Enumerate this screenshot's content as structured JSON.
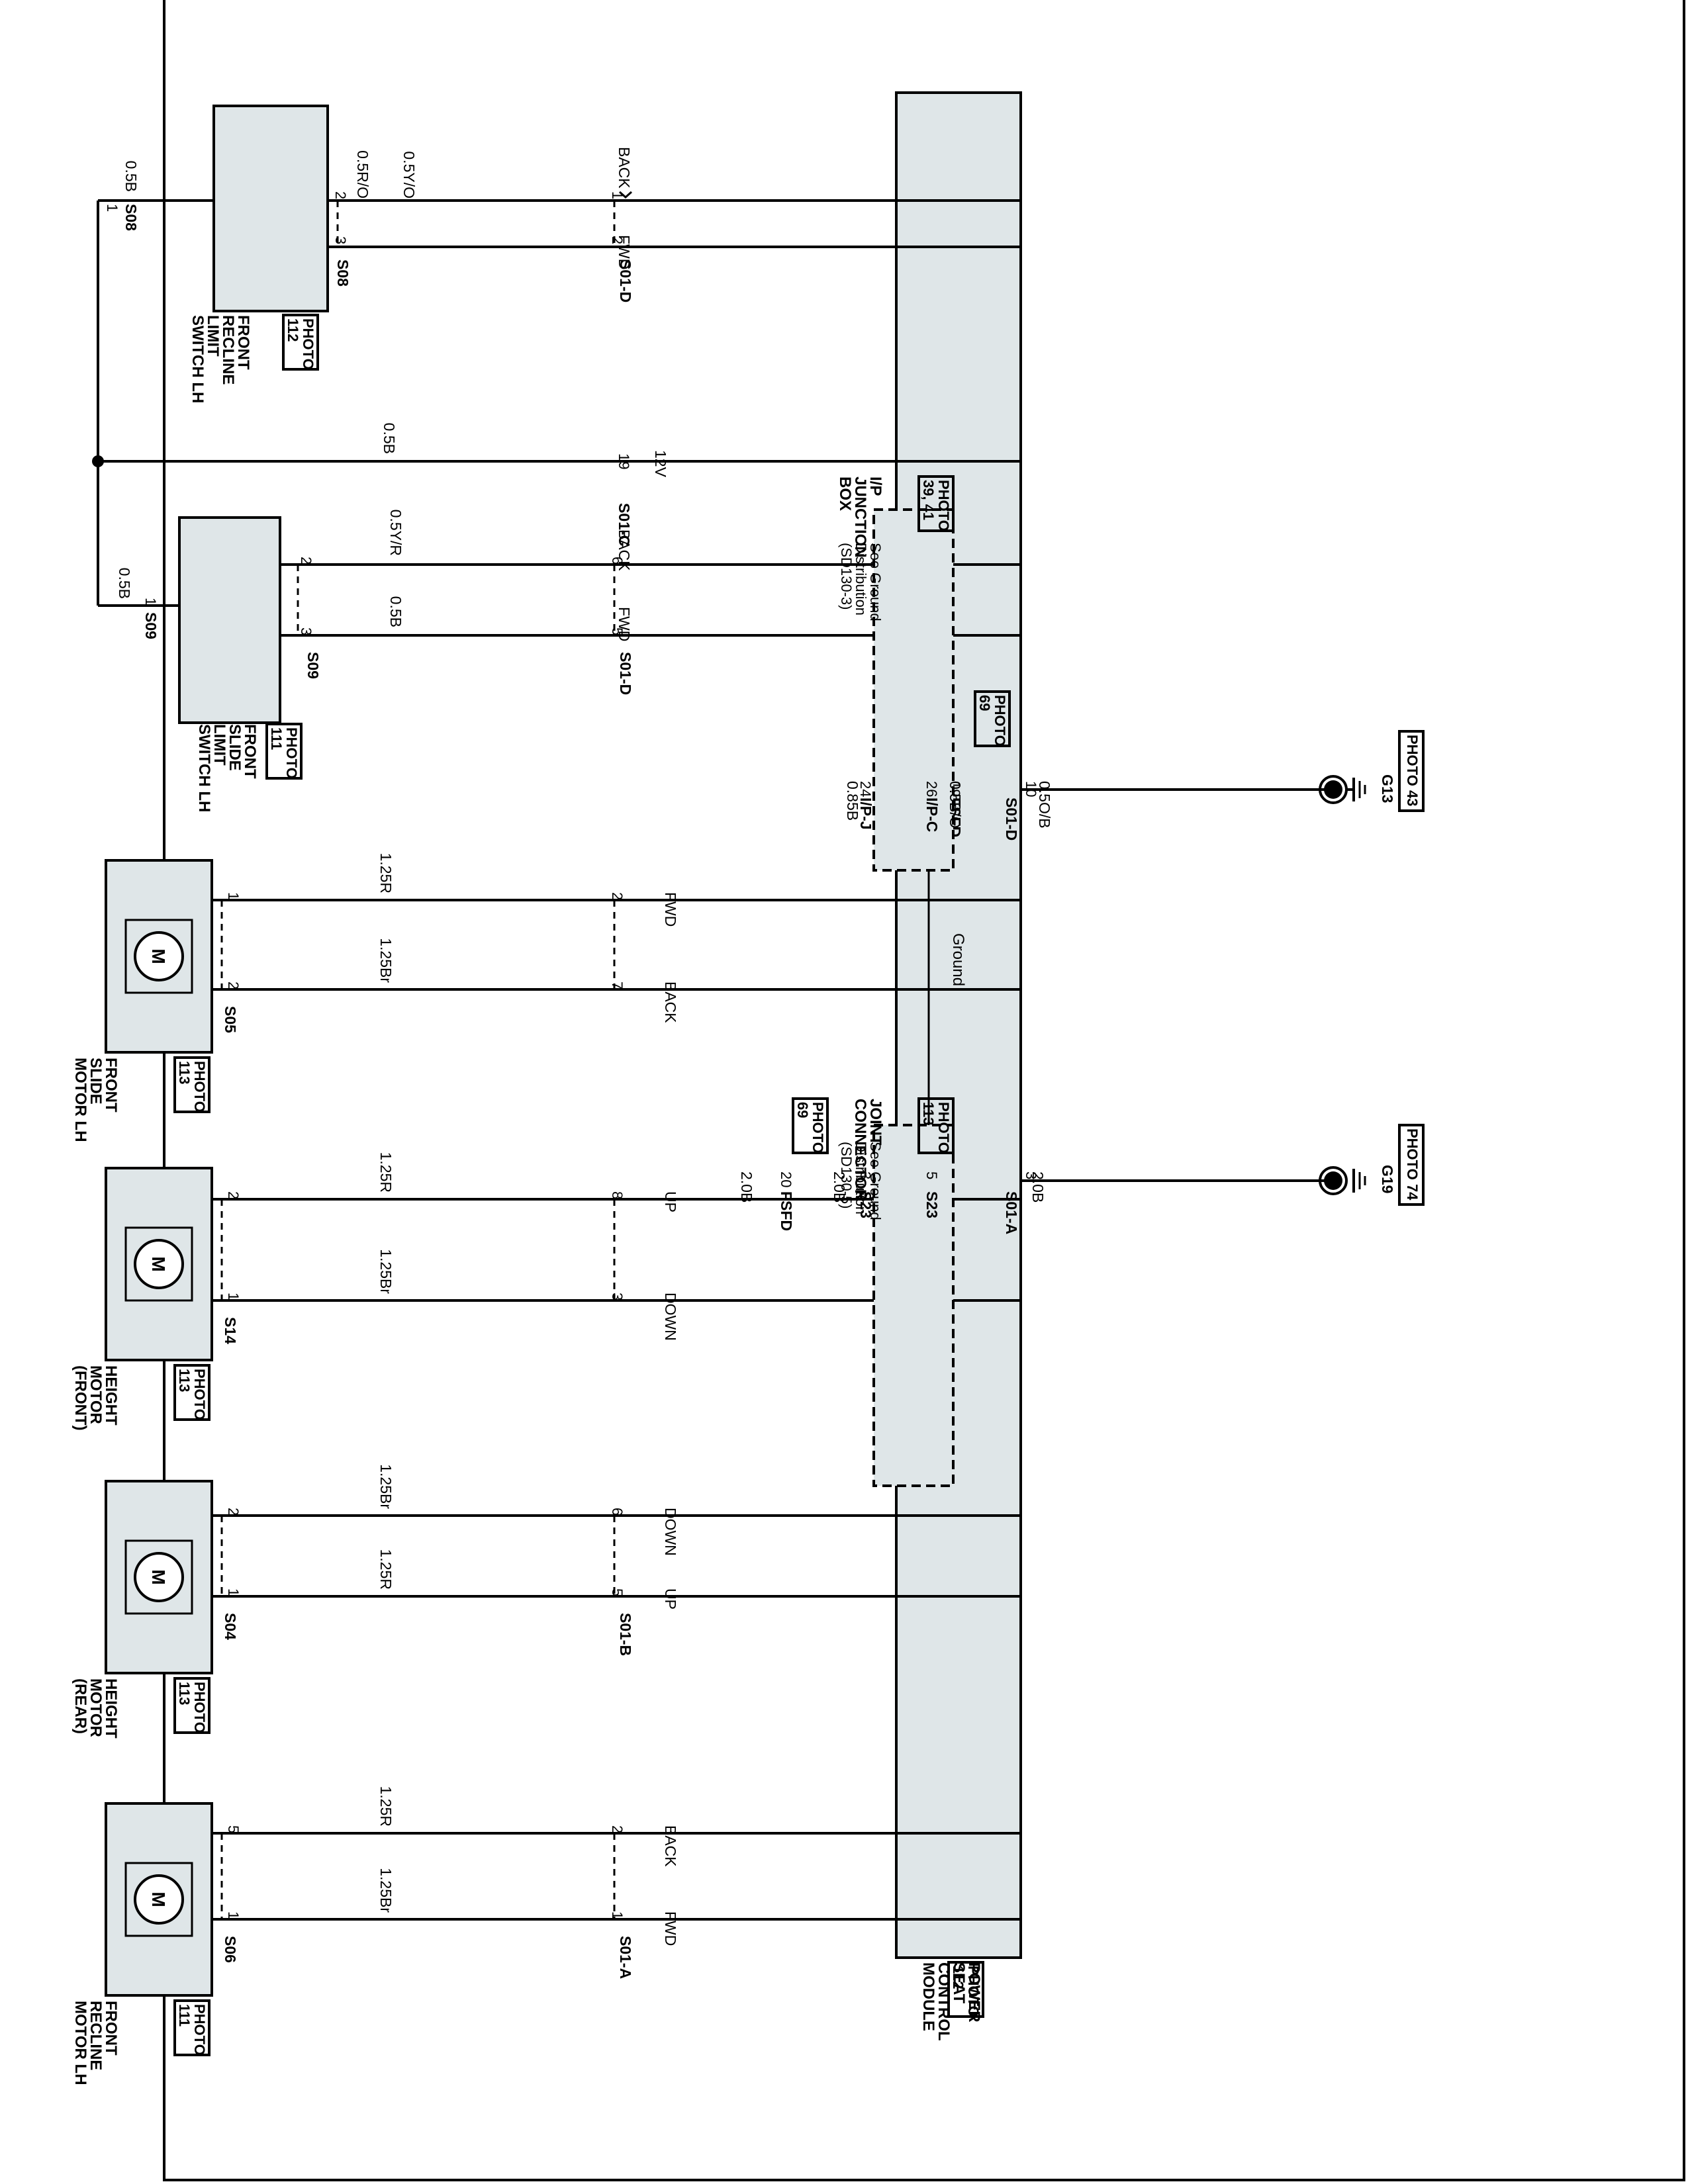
{
  "module": {
    "title": [
      "POWER",
      "SEAT",
      "CONTROL",
      "MODULE"
    ],
    "photo": [
      "PHOTO",
      "112"
    ],
    "ground_label": "Ground"
  },
  "functions": {
    "back": "BACK",
    "fwd": "FWD",
    "v12": "12V",
    "up": "UP",
    "down": "DOWN"
  },
  "connectors": {
    "s01a": "S01-A",
    "s01b": "S01-B",
    "s01c": "S01-C",
    "s01d": "S01-D",
    "s08": "S08",
    "s09": "S09",
    "s05": "S05",
    "s14": "S14",
    "s04": "S04",
    "s06": "S06",
    "s23": "S23",
    "fsfd": "FSFD",
    "ipc": "I/P-C",
    "ipj": "I/P-J"
  },
  "pins": {
    "p1": "1",
    "p2": "2",
    "p3": "3",
    "p5": "5",
    "p6": "6",
    "p7": "7",
    "p8": "8",
    "p10": "10",
    "p19": "19",
    "p20": "20",
    "p24": "24",
    "p26": "26"
  },
  "wires": {
    "r_o": "0.5R/O",
    "y_o": "0.5Y/O",
    "b05": "0.5B",
    "y_r": "0.5Y/R",
    "o_b": "0.5O/B",
    "b_o": "0.5B/O",
    "b085": "0.85B",
    "b20": "2.0B",
    "r125": "1.25R",
    "br125": "1.25Br"
  },
  "components": {
    "recline_switch": [
      "FRONT",
      "RECLINE",
      "LIMIT",
      "SWITCH LH"
    ],
    "slide_switch": [
      "FRONT",
      "SLIDE",
      "LIMIT",
      "SWITCH LH"
    ],
    "slide_motor": [
      "FRONT",
      "SLIDE",
      "MOTOR LH"
    ],
    "height_front": [
      "HEIGHT",
      "MOTOR",
      "(FRONT)"
    ],
    "height_rear": [
      "HEIGHT",
      "MOTOR",
      "(REAR)"
    ],
    "recline_motor": [
      "FRONT",
      "RECLINE",
      "MOTOR LH"
    ],
    "motor_symbol": "M",
    "joint_connector": [
      "JOINT",
      "CONNECTOR"
    ],
    "ip_junction": [
      "I/P",
      "JUNCTION",
      "BOX"
    ],
    "ground_ref_1": [
      "See Ground",
      "Distribution",
      "(SD130-3)"
    ],
    "ground_ref_2": [
      "See Ground",
      "Distribution",
      "(SD130-5)"
    ],
    "g13": "G13",
    "g19": "G19"
  },
  "photos": {
    "p112": [
      "PHOTO",
      "112"
    ],
    "p111": [
      "PHOTO",
      "111"
    ],
    "p113": [
      "PHOTO",
      "113"
    ],
    "p69": [
      "PHOTO",
      "69"
    ],
    "p3941": [
      "PHOTO",
      "39, 41"
    ],
    "p43": "PHOTO 43",
    "p74": "PHOTO 74"
  },
  "colors": {
    "fill": "#dfe6e8",
    "line": "#000000"
  }
}
